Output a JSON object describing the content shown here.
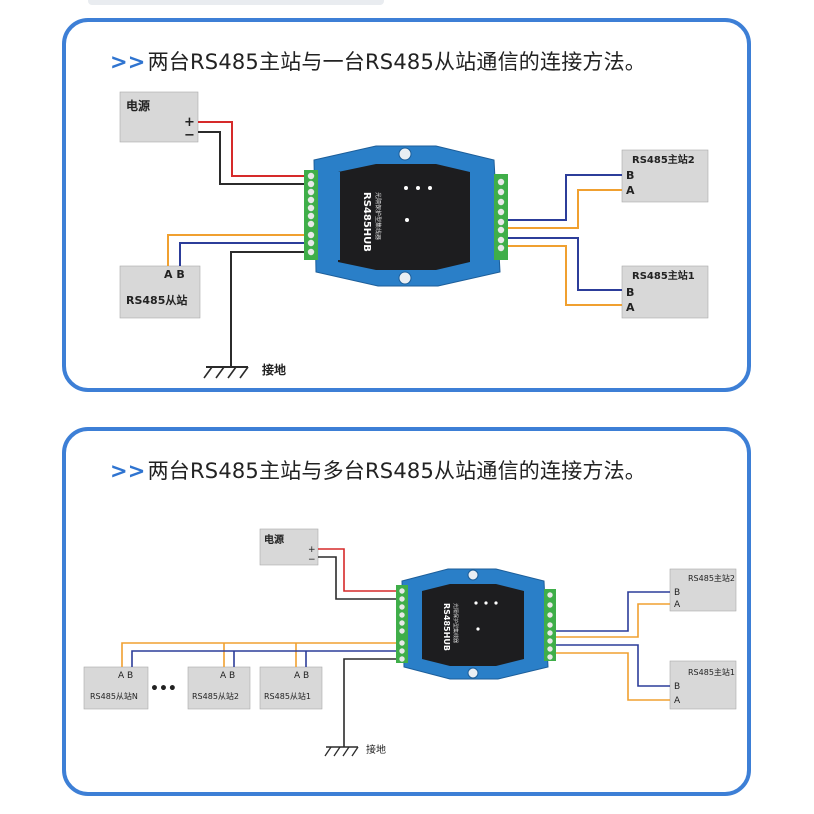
{
  "panels": [
    {
      "title_prefix": ">>",
      "title": "两台RS485主站与一台RS485从站通信的连接方法。",
      "power_label": "电源",
      "plus": "+",
      "minus": "−",
      "hub_model": "RS485HUB",
      "hub_subtitle": "光隔保护型集线器",
      "master2_label": "RS485主站2",
      "master1_label": "RS485主站1",
      "slave_label": "RS485从站",
      "ground_label": "接地",
      "pin_b": "B",
      "pin_a": "A",
      "slave_pins": "A B"
    },
    {
      "title_prefix": ">>",
      "title": "两台RS485主站与多台RS485从站通信的连接方法。",
      "power_label": "电源",
      "plus": "+",
      "minus": "−",
      "hub_model": "RS485HUB",
      "hub_subtitle": "光隔保护型集线器",
      "master2_label": "RS485主站2",
      "master1_label": "RS485主站1",
      "slave_labels": [
        "RS485从站N",
        "RS485从站2",
        "RS485从站1"
      ],
      "ellipsis": "•••",
      "ground_label": "接地",
      "pin_b": "B",
      "pin_a": "A",
      "slave_pins": "A B"
    }
  ],
  "colors": {
    "panel_border": "#3d7fd6",
    "box_fill": "#d8d8d8",
    "hub_blue": "#2a7fc8",
    "hub_dark": "#1d1d1f",
    "terminal_green": "#3fae49",
    "wire_red": "#d62a2a",
    "wire_dark": "#2b2b2b",
    "wire_navy": "#2c3d9a",
    "wire_orange": "#f0a030"
  }
}
